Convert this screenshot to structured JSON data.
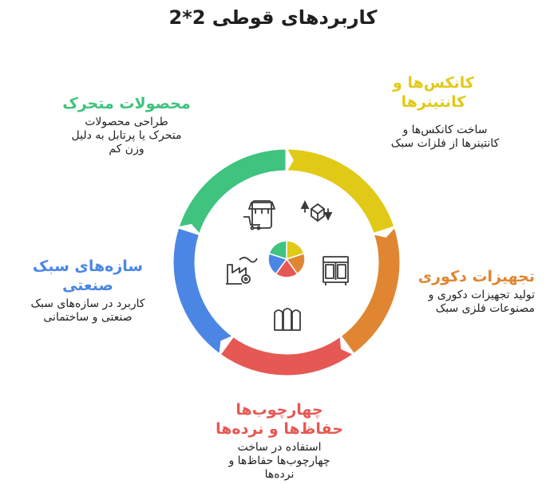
{
  "title": "کاربردهای قوطی 2*2",
  "colors": {
    "yellow": "#E1C918",
    "orange": "#E08632",
    "red": "#E65853",
    "blue": "#4B86E4",
    "green": "#3FC37E",
    "icon": "#3a3a3a"
  },
  "segments": [
    {
      "heading": "کانکس‌ها و\nکانتینرها",
      "desc": "ساخت کانکس‌ها و\nکانتینرها از فلزات سبک",
      "color": "#E1C918",
      "icon": "recycle-box-icon"
    },
    {
      "heading": "تجهیزات دکوری",
      "desc": "تولید تجهیزات دکوری و\nمصنوعات فلزی سبک",
      "color": "#E08632",
      "icon": "cabinet-icon"
    },
    {
      "heading": "چهارچوب‌ها\nحفاظ‌ها و نرده‌ها",
      "desc": "استفاده در ساخت\nچهارچوب‌ها حفاظ‌ها و\nنرده‌ها",
      "color": "#E65853",
      "icon": "fence-icon"
    },
    {
      "heading": "سازه‌های سبک\nصنعتی",
      "desc": "کاربرد در سازه‌های سبک\nصنعتی و ساختمانی",
      "color": "#4B86E4",
      "icon": "factory-icon"
    },
    {
      "heading": "محصولات متحرک",
      "desc": "طراحی محصولات\nمتحرک یا پرتابل به دلیل\nوزن کم",
      "color": "#3FC37E",
      "icon": "mobile-shop-icon"
    }
  ]
}
